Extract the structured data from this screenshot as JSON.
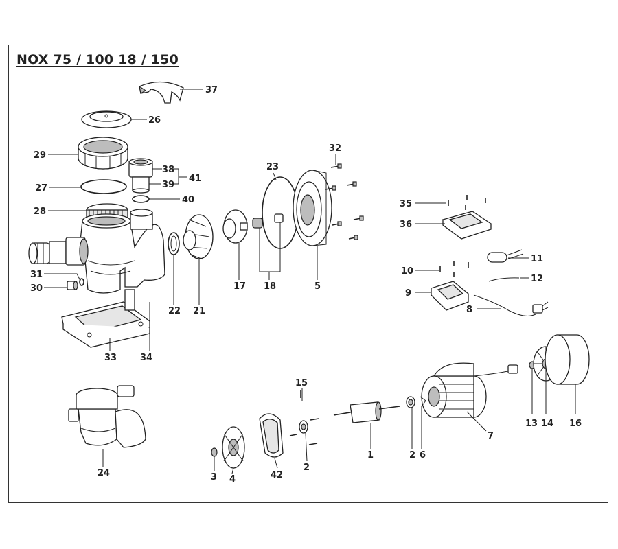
{
  "title": "NOX 75 / 100 18 / 150",
  "labels": {
    "l1": "1",
    "l2a": "2",
    "l2b": "2",
    "l3": "3",
    "l4": "4",
    "l5": "5",
    "l6": "6",
    "l7": "7",
    "l8": "8",
    "l9": "9",
    "l10": "10",
    "l11": "11",
    "l12": "12",
    "l13": "13",
    "l14": "14",
    "l15": "15",
    "l16": "16",
    "l17": "17",
    "l18": "18",
    "l21": "21",
    "l22": "22",
    "l23": "23",
    "l24": "24",
    "l26": "26",
    "l27": "27",
    "l28": "28",
    "l29": "29",
    "l30": "30",
    "l31": "31",
    "l32": "32",
    "l33": "33",
    "l34": "34",
    "l35": "35",
    "l36": "36",
    "l37": "37",
    "l38": "38",
    "l39": "39",
    "l40": "40",
    "l41": "41",
    "l42": "42"
  }
}
